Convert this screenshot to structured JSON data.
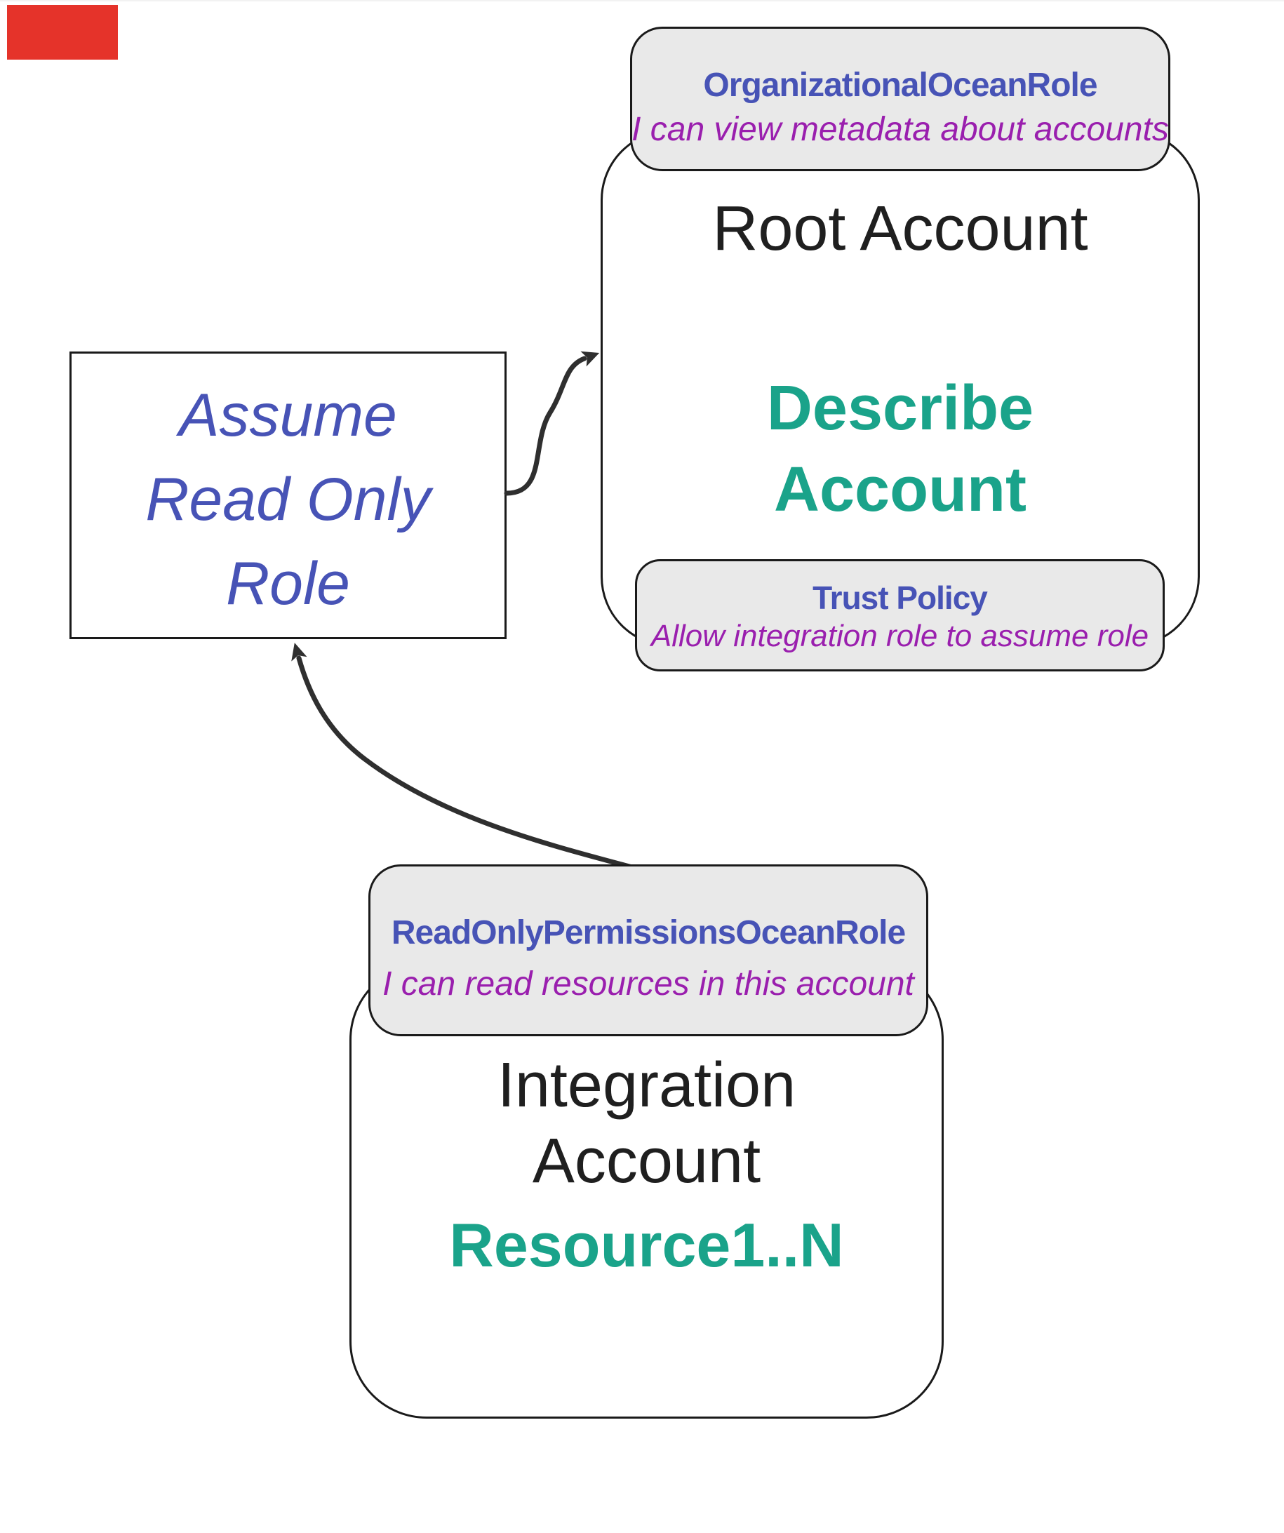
{
  "diagram": {
    "assume_box": {
      "lines": [
        "Assume",
        "Read Only",
        "Role"
      ]
    },
    "root": {
      "title": "Root Account",
      "action_lines": [
        "Describe",
        "Account"
      ],
      "role_callout": {
        "title": "OrganizationalOceanRole",
        "subtitle": "I can view metadata about accounts"
      },
      "trust_callout": {
        "title": "Trust Policy",
        "subtitle": "Allow integration role to assume role"
      }
    },
    "integration": {
      "title_lines": [
        "Integration",
        "Account"
      ],
      "resources_label": "Resource1..N",
      "role_callout": {
        "title": "ReadOnlyPermissionsOceanRole",
        "subtitle": "I can read resources in this account"
      }
    },
    "colors": {
      "role_blue": "#4753b6",
      "note_purple": "#9a1fae",
      "action_teal": "#1aa38a",
      "ink": "#1f1f1f",
      "callout_bg": "#e9e9e9",
      "outline": "#1a1a1a",
      "arrow": "#2f2f2f",
      "marker_red": "#e5332a"
    }
  }
}
